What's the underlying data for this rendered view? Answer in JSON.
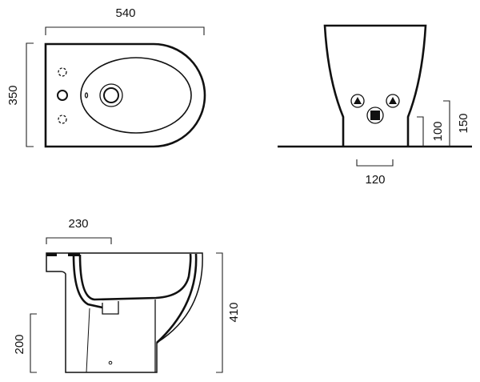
{
  "title": "Bidet technical drawing (dimensions in mm)",
  "top_view": {
    "width_label": "540",
    "depth_label": "350"
  },
  "front_view": {
    "inlet_spacing_label": "120",
    "inlet_height_label": "100",
    "outlet_height_label": "150"
  },
  "side_view": {
    "rim_to_drain_label": "230",
    "height_label": "410",
    "waste_height_label": "200"
  },
  "colors": {
    "line": "#111111",
    "background": "#ffffff"
  }
}
